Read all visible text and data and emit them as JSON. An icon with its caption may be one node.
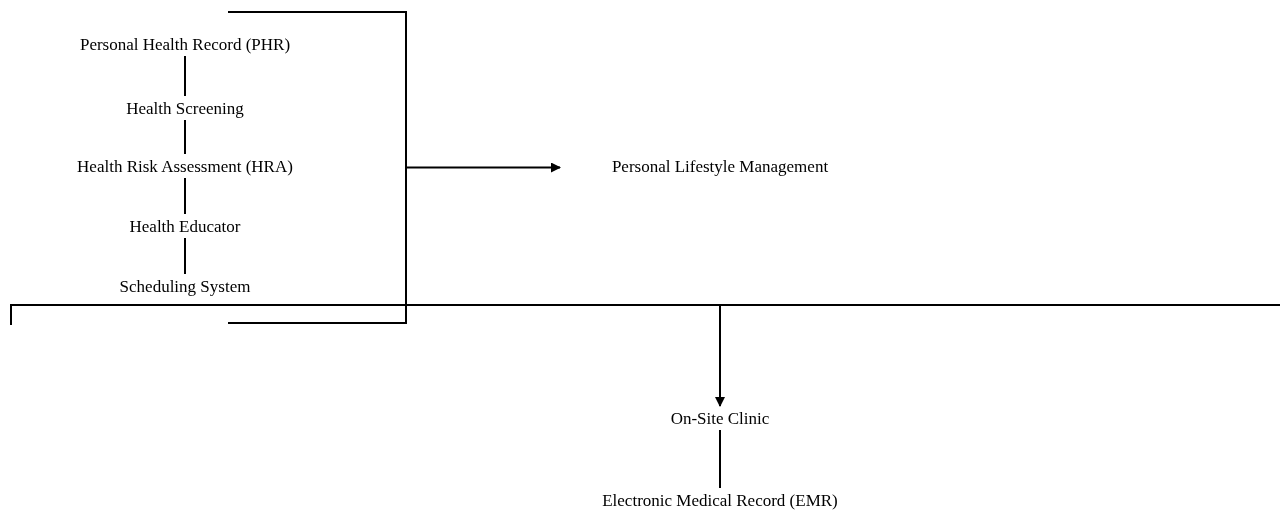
{
  "diagram": {
    "nodes": [
      {
        "text": [],
        "shape": "bracket"
      },
      {
        "text": [
          "Personal Health Record (PHR)"
        ]
      },
      {
        "text": [
          "Health Screening"
        ]
      },
      {
        "text": [
          "Health Risk Assessment (HRA)"
        ]
      },
      {
        "text": [
          "Health Educator"
        ]
      },
      {
        "text": [
          "Scheduling System"
        ]
      },
      {
        "text": [
          "Personal Lifestyle Management"
        ]
      },
      {
        "text": [],
        "shape": "bracket"
      },
      {
        "text": [
          "On-Site Clinic"
        ]
      },
      {
        "text": [
          "Electronic Medical Record (EMR)"
        ]
      }
    ],
    "edges": [
      {
        "from": 1,
        "to": 2,
        "arrow": "none"
      },
      {
        "from": 2,
        "to": 3,
        "arrow": "none"
      },
      {
        "from": 3,
        "to": 4,
        "arrow": "none"
      },
      {
        "from": 4,
        "to": 5,
        "arrow": "none"
      },
      {
        "from": 0,
        "to": 6,
        "arrow": "to"
      },
      {
        "from": 7,
        "to": 8,
        "arrow": "to"
      },
      {
        "from": 8,
        "to": 9,
        "arrow": "none"
      }
    ]
  }
}
